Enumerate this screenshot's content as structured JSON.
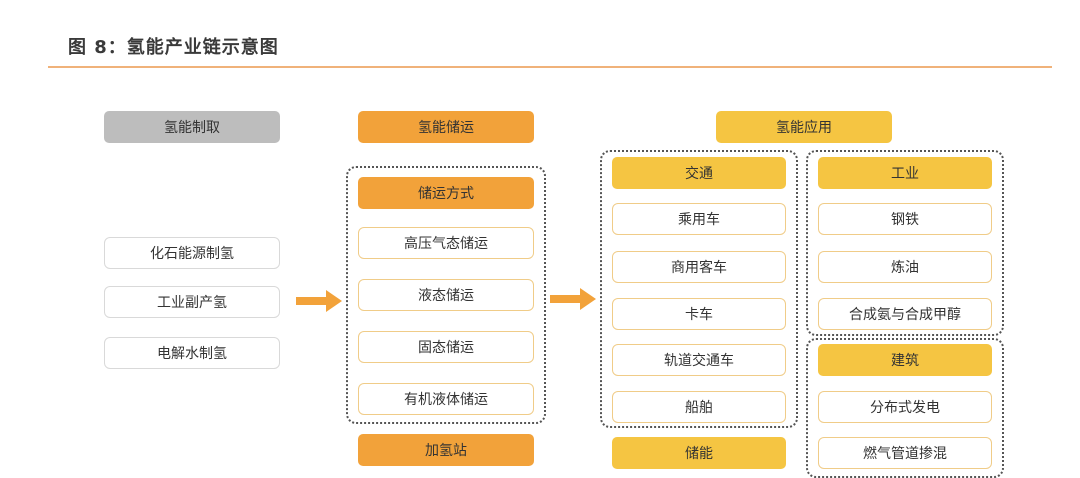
{
  "title": "图 8：氢能产业链示意图",
  "columns": {
    "production": {
      "header": "氢能制取",
      "items": [
        "化石能源制氢",
        "工业副产氢",
        "电解水制氢"
      ]
    },
    "storage": {
      "header": "氢能储运",
      "subheader": "储运方式",
      "items": [
        "高压气态储运",
        "液态储运",
        "固态储运",
        "有机液体储运"
      ],
      "footer": "加氢站"
    },
    "application": {
      "header": "氢能应用",
      "transport": {
        "header": "交通",
        "items": [
          "乘用车",
          "商用客车",
          "卡车",
          "轨道交通车",
          "船舶"
        ]
      },
      "industry": {
        "header": "工业",
        "items": [
          "钢铁",
          "炼油",
          "合成氨与合成甲醇"
        ]
      },
      "building": {
        "header": "建筑",
        "items": [
          "分布式发电",
          "燃气管道掺混"
        ]
      },
      "energy_storage": "储能"
    }
  },
  "colors": {
    "gray_header": "#bdbdbd",
    "orange_header": "#f2a23a",
    "yellow_header": "#f5c542",
    "arrow": "#f2a23a",
    "rule": "#f0b27a"
  }
}
